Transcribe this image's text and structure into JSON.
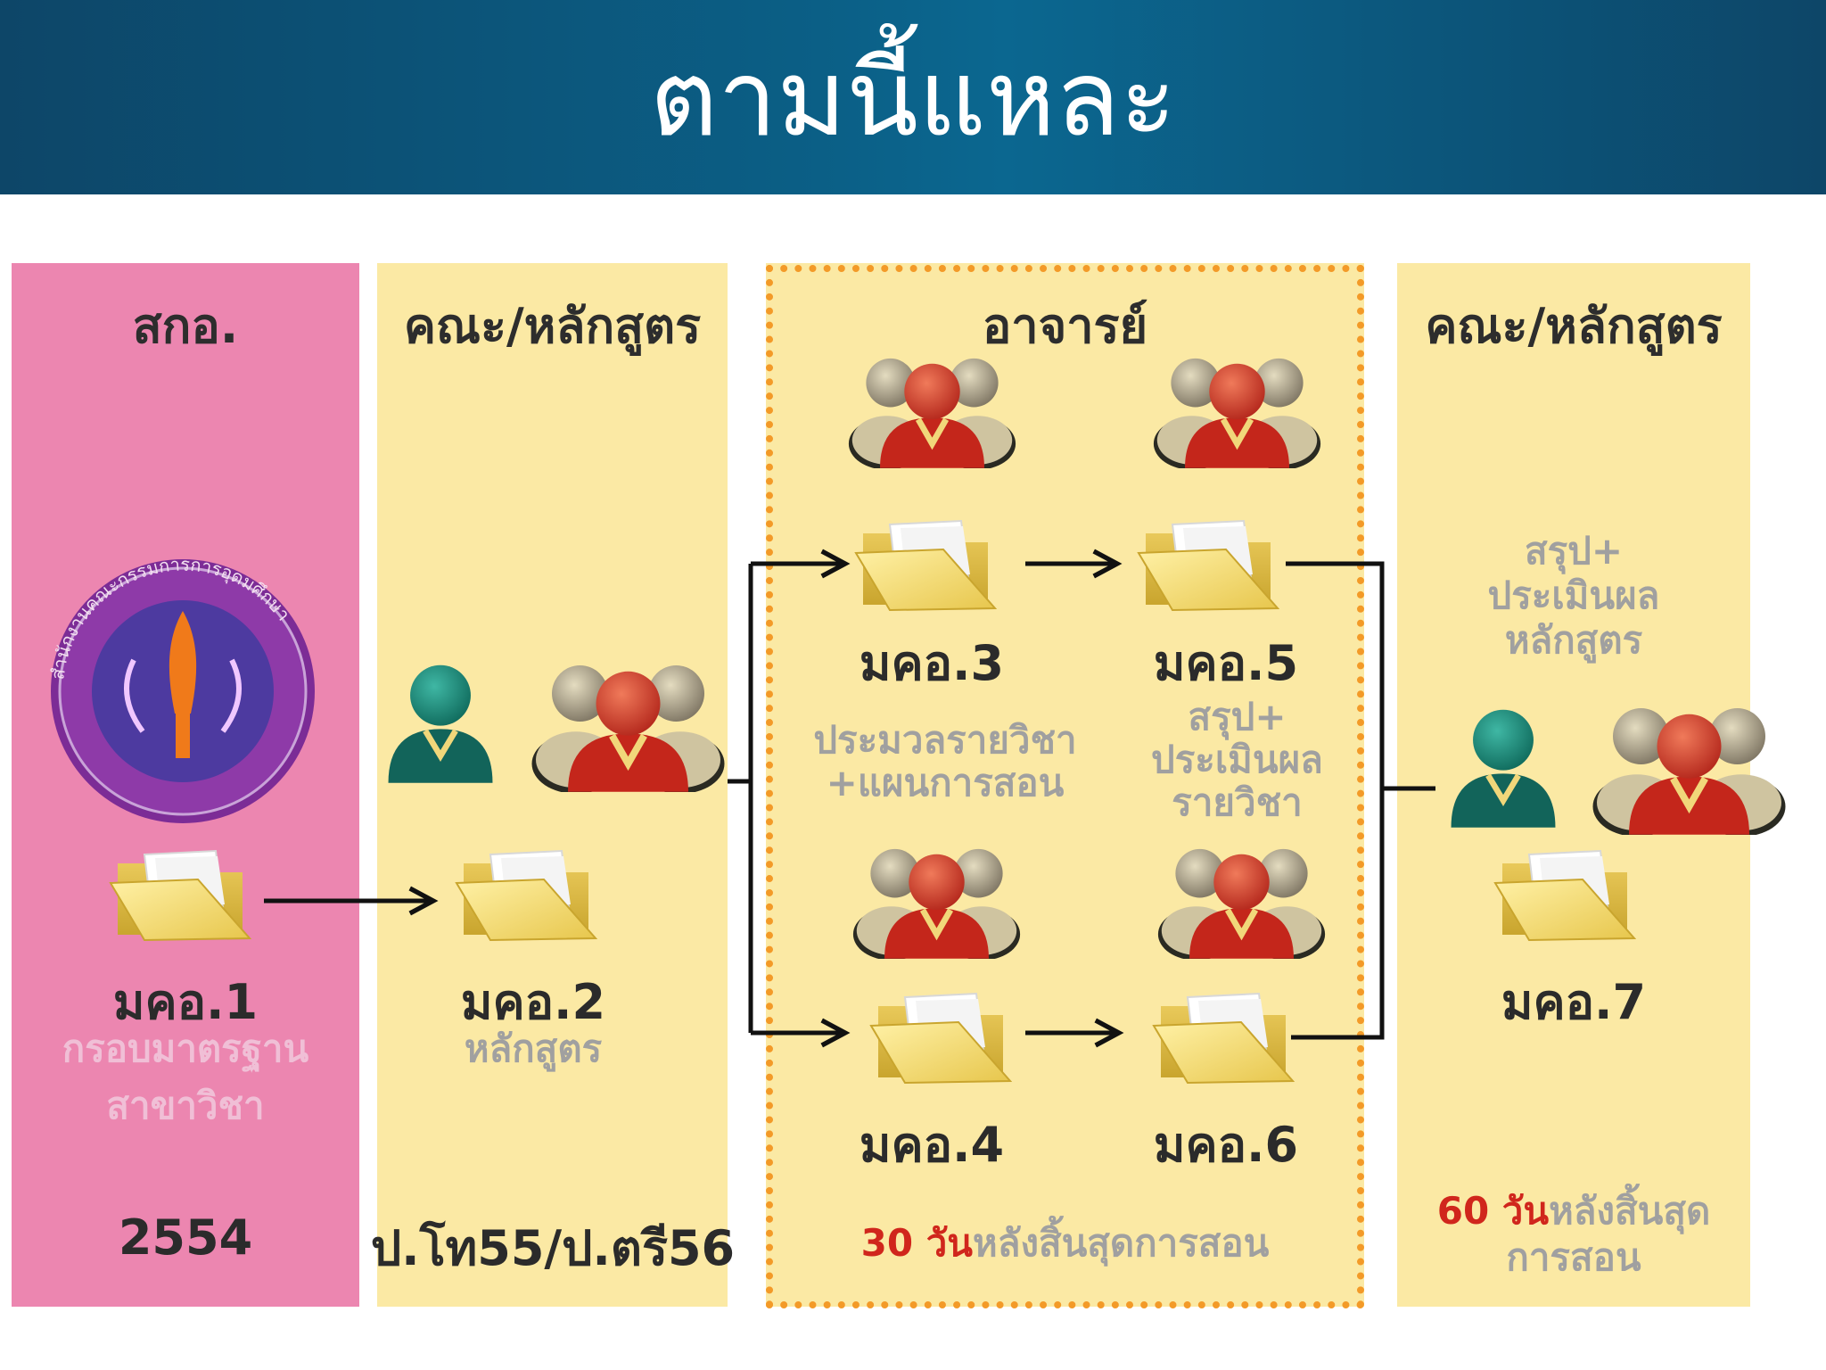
{
  "title": "ตามนี้แหละ",
  "columns": [
    {
      "header": "สกอ.",
      "code": "มคอ.1",
      "desc": [
        "กรอบมาตรฐาน",
        "สาขาวิชา"
      ],
      "year": "2554"
    },
    {
      "header": "คณะ/หลักสูตร",
      "code": "มคอ.2",
      "desc": [
        "หลักสูตร"
      ],
      "year": "ป.โท55/ป.ตรี56"
    },
    {
      "header": "อาจารย์"
    },
    {
      "header": "คณะ/หลักสูตร",
      "code": "มคอ.7"
    }
  ],
  "teacher": {
    "code3": "มคอ.3",
    "code4": "มคอ.4",
    "code5": "มคอ.5",
    "code6": "มคอ.6",
    "desc34": [
      "ประมวลรายวิชา",
      "+แผนการสอน"
    ],
    "desc56": [
      "สรุป+",
      "ประเมินผล",
      "รายวิชา"
    ],
    "due_num": "30 วัน",
    "due_text": "หลังสิ้นสุดการสอน"
  },
  "faculty_end": {
    "desc": [
      "สรุป+",
      "ประเมินผล",
      "หลักสูตร"
    ],
    "due_num": "60 วัน",
    "due_text1": "หลังสิ้นสุด",
    "due_text2": "การสอน"
  },
  "seal": {
    "text": "สำนักงานคณะกรรมการการอุดมศึกษา"
  },
  "colors": {
    "pink": "#ec86b0",
    "yellow": "#fbe9a4",
    "dash": "#f39a28",
    "red": "#d0261c",
    "header": "#0b5f86"
  }
}
